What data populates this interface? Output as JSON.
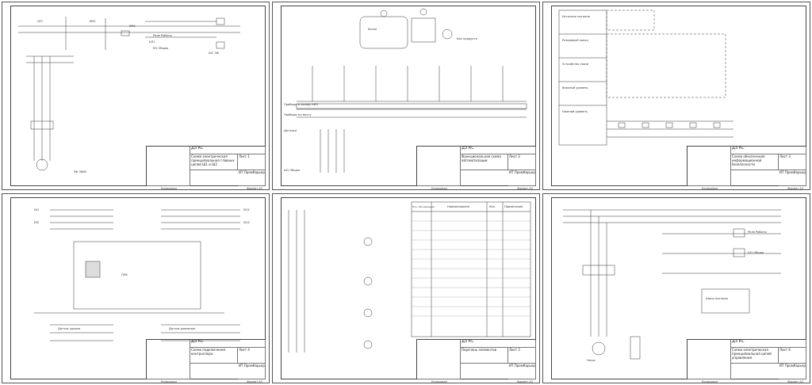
{
  "sheets": [
    {
      "code": "ДЗ КС",
      "title": "Схема электрическая принципиальная главных цепей Ш1 и Ш2",
      "designation": "Лист 1",
      "organization": "ИТ ПромКарьера",
      "footer_left": "Копировал",
      "footer_right": "Формат А3",
      "labels": [
        "QF1",
        "KM1",
        "KM2",
        "Реле Работы",
        "КЛ1",
        "М1 Общая",
        "ШС 3Ф",
        "ЗФ 380В"
      ]
    },
    {
      "code": "ДЗ КС",
      "title": "Функциональная схема автоматизации",
      "designation": "Лист 2",
      "organization": "ИТ ПромКарьера",
      "footer_left": "Копировал",
      "footer_right": "Формат А3",
      "labels": [
        "Котел",
        "Бак продукта",
        "Приборы в шкафу КИП",
        "Приборы по месту",
        "Датчики",
        "Ш1 Общая"
      ]
    },
    {
      "code": "ДЗ КС",
      "title": "Схема обеспечения информационной безопасности",
      "designation": "Лист 3",
      "organization": "ИТ ПромКарьера",
      "footer_left": "Копировал",
      "footer_right": "Формат А3",
      "labels": [
        "Источник питания",
        "Резервный канал",
        "Устройство связи",
        "Верхний уровень",
        "Нижний уровень"
      ]
    },
    {
      "code": "ДЗ КС",
      "title": "Схема подключения контроллера",
      "designation": "Лист 4",
      "organization": "ИТ ПромКарьера",
      "footer_left": "Копировал",
      "footer_right": "Формат А3",
      "labels": [
        "DI1",
        "DI2",
        "DO1",
        "DO2",
        "ПЛК",
        "Датчик уровня",
        "Датчик давления"
      ]
    },
    {
      "code": "ДЗ КС",
      "title": "Перечень элементов",
      "designation": "Лист 5",
      "organization": "ИТ ПромКарьера",
      "footer_left": "Копировал",
      "footer_right": "Формат А3",
      "labels": [
        "Поз. обозначение",
        "Наименование",
        "Кол.",
        "Примечание"
      ]
    },
    {
      "code": "ДЗ КС",
      "title": "Схема электрическая принципиальная цепей управления",
      "designation": "Лист 6",
      "organization": "ИТ ПромКарьера",
      "footer_left": "Копировал",
      "footer_right": "Формат А3",
      "labels": [
        "Реле Работы",
        "Ш1 Общая",
        "Шина питания",
        "Насос"
      ]
    }
  ]
}
